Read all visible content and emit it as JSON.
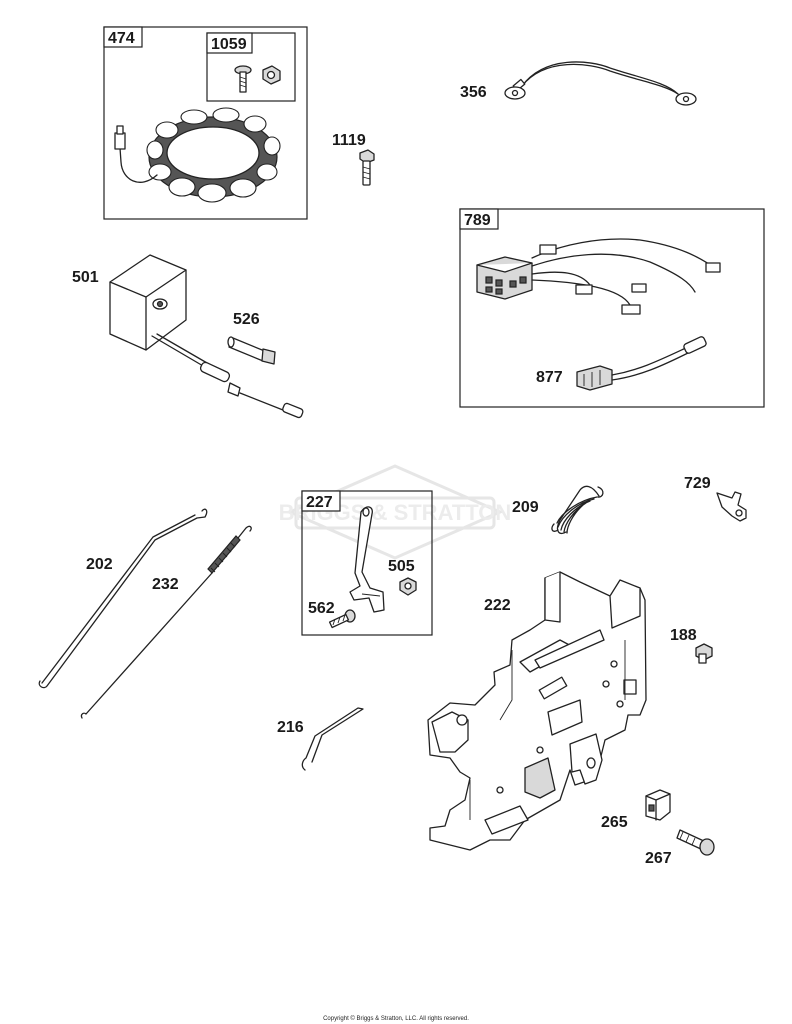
{
  "watermark_text": "BRIGGS & STRATTON",
  "copyright": "Copyright © Briggs & Stratton, LLC. All rights reserved.",
  "labels": {
    "l474": "474",
    "l1059": "1059",
    "l356": "356",
    "l1119": "1119",
    "l789": "789",
    "l501": "501",
    "l526": "526",
    "l877": "877",
    "l227": "227",
    "l209": "209",
    "l729": "729",
    "l202": "202",
    "l232": "232",
    "l505": "505",
    "l562": "562",
    "l222": "222",
    "l188": "188",
    "l216": "216",
    "l265": "265",
    "l267": "267"
  }
}
